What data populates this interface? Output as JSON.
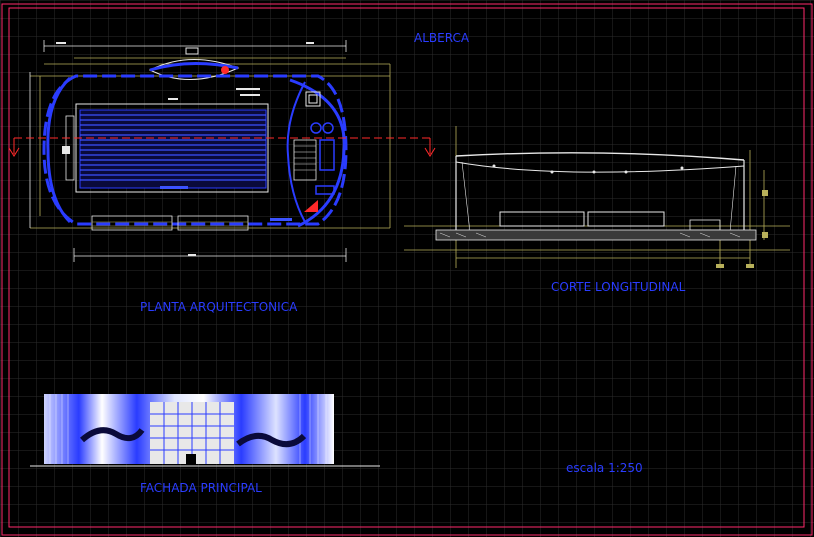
{
  "labels": {
    "title": "ALBERCA",
    "plan": "PLANTA ARQUITECTONICA",
    "section": "CORTE LONGITUDINAL",
    "facade": "FACHADA PRINCIPAL",
    "scale": "escala 1:250"
  },
  "colors": {
    "background": "#000000",
    "grid": "#2f2f2f",
    "border": "#ff2a6d",
    "primary": "#2a3cff",
    "lines": "#e8e8e8",
    "dimension": "#b8b05a",
    "cutline": "#ff2a2a"
  }
}
